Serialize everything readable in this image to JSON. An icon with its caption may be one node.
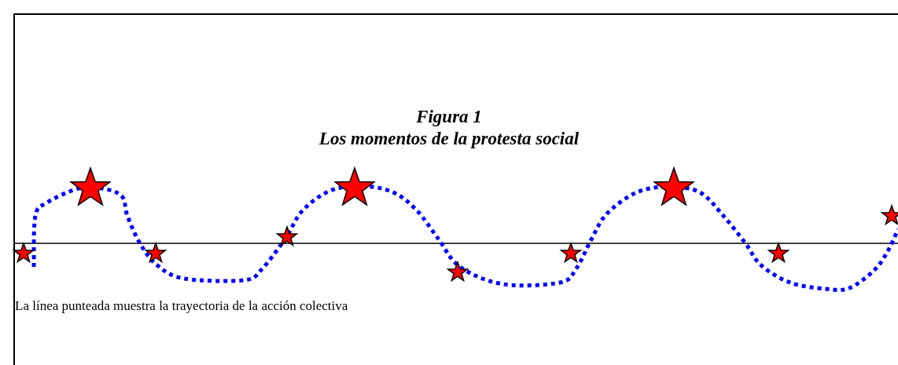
{
  "diagram": {
    "title": "Los momentos de la protesta social",
    "labels": [
      "Figura 1"
    ],
    "caption": "La línea punteada muestra la trayectoria de la acción colectiva"
  }
}
